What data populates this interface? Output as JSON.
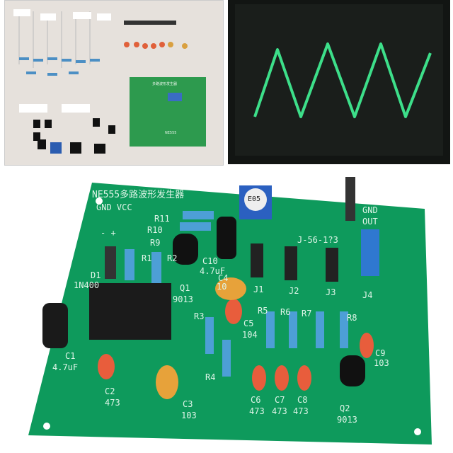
{
  "kit_photo": {
    "pcb_title": "多路波形发生器",
    "ic_label": "NE555"
  },
  "scope_photo": {
    "waveform": "triangle",
    "trace_color": "#3ddf8a"
  },
  "board": {
    "title": "NE555多路波形发生器",
    "power_labels": "GND VCC",
    "power_polarity": "-  +",
    "pot_label": "E05",
    "jumper_code": "J-56-1?3",
    "labels": {
      "gnd": "GND",
      "out": "OUT",
      "r11": "R11",
      "r10": "R10",
      "r9": "R9",
      "r1": "R1",
      "r2": "R2",
      "d1": "D1",
      "d1v": "1N400",
      "q1": "Q1",
      "q1v": "9013",
      "c10": "C10",
      "c10v": "4.7uF",
      "c4": "C4",
      "c4v": "10",
      "j1": "J1",
      "j2": "J2",
      "j3": "J3",
      "j4": "J4",
      "c1": "C1",
      "c1v": "4.7uF",
      "c2": "C2",
      "c2v": "473",
      "c3": "C3",
      "c3v": "103",
      "r3": "R3",
      "r4": "R4",
      "c5": "C5",
      "c5v": "104",
      "r5": "R5",
      "r6": "R6",
      "r7": "R7",
      "r8": "R8",
      "c6": "C6",
      "c6v": "473",
      "c7": "C7",
      "c7v": "473",
      "c8": "C8",
      "c8v": "473",
      "c9": "C9",
      "c9v": "103",
      "q2": "Q2",
      "q2v": "9013"
    },
    "colors": {
      "pcb": "#0e9a5c",
      "silk": "#dff5e8"
    }
  }
}
